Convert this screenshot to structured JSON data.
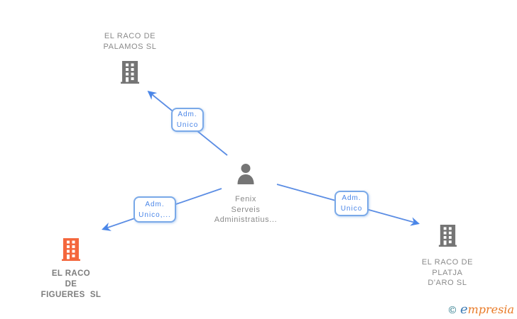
{
  "diagram": {
    "person": {
      "name_line1": "Fenix",
      "name_line2": "Serveis",
      "name_line3": "Administratius..."
    },
    "companies": {
      "palamos": {
        "line1": "EL RACO DE",
        "line2": "PALAMOS SL"
      },
      "figueres": {
        "line1": "EL RACO",
        "line2": "DE",
        "line3": "FIGUERES  SL"
      },
      "platja": {
        "line1": "EL RACO DE",
        "line2": "PLATJA",
        "line3": "D'ARO SL"
      }
    },
    "edge_labels": {
      "to_palamos": {
        "line1": "Adm.",
        "line2": "Unico"
      },
      "to_figueres": {
        "line1": "Adm.",
        "line2": "Unico,..."
      },
      "to_platja": {
        "line1": "Adm.",
        "line2": "Unico"
      }
    },
    "colors": {
      "link_blue": "#4a86e8",
      "label_border": "#7aa9e8",
      "label_text": "#4a86e8",
      "building_gray": "#757575",
      "building_orange": "#f4673d",
      "person_gray": "#757575",
      "text_gray": "#8a8a8a"
    }
  },
  "footer": {
    "copyright_symbol": "©",
    "brand_first_letter": "e",
    "brand_rest": "mpresia"
  }
}
